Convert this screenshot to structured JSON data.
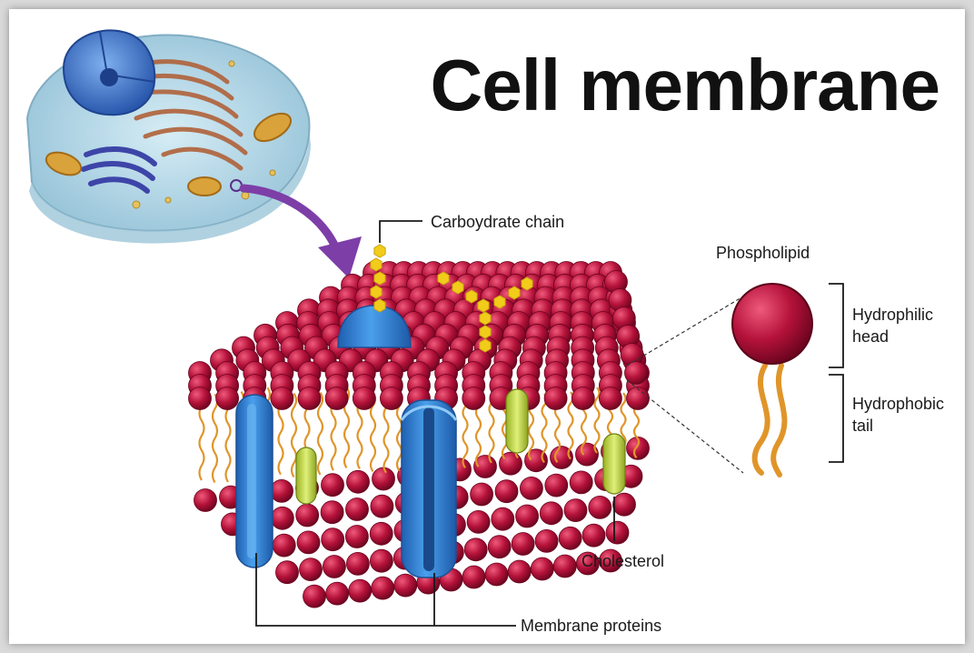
{
  "title": "Cell membrane",
  "labels": {
    "carbohydrate_chain": "Carboydrate chain",
    "phospholipid": "Phospholipid",
    "hydrophilic_head": [
      "Hydrophilic",
      "head"
    ],
    "hydrophobic_tail": [
      "Hydrophobic",
      "tail"
    ],
    "cholesterol": "Cholesterol",
    "membrane_proteins": "Membrane proteins"
  },
  "colors": {
    "phospholipid_head": "#b5123a",
    "phospholipid_tail": "#e0952a",
    "protein": "#2f7fd6",
    "cholesterol": "#c2d93a",
    "carbohydrate": "#f2cc1a",
    "arrow": "#7d3ea8",
    "cell_cytoplasm": "#a9cfe0",
    "nucleus": "#3a72c8",
    "er": "#b0623a"
  }
}
